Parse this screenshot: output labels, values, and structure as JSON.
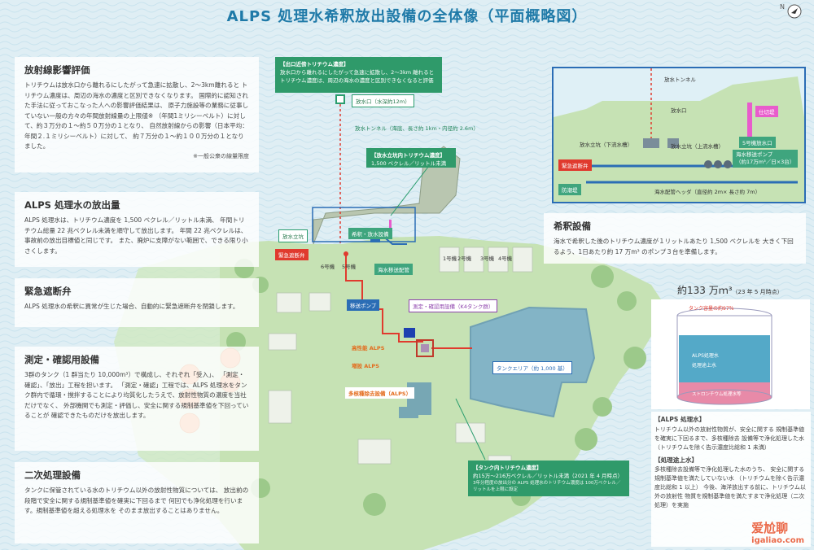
{
  "title": "ALPS 処理水希釈放出設備の全体像（平面概略図）",
  "compass": "N",
  "colors": {
    "sea": "#dfeef4",
    "land": "#bfe0b0",
    "accent_blue": "#2b6db5",
    "accent_green": "#2a9d6e",
    "tank_blue": "#4e8fd6",
    "pipe_red": "#e03a2e",
    "pink": "#e85ccc"
  },
  "panels": {
    "radiation": {
      "heading": "放射線影響評価",
      "text": "トリチウムは放水口から離れるにしたがって急速に拡散し、2〜3km離れると トリチウム濃度は、周辺の海水の濃度と区別できなくなります。 国際的に認知された手法に従っておこなった人への影響評価結果は、 原子力施設等の業務に従事していない一般の方々の年間放射線量の上限値※ （年間1ミリシーベルト）に対して、約３万分の１〜約５０万分の１となり、 自然放射線からの影響（日本平均：年間２.１ミリシーベルト）に対して、 約７万分の１〜約１００万分の１となりました。",
      "note": "※一般公衆の線量限度"
    },
    "release": {
      "heading": "ALPS 処理水の放出量",
      "text": "ALPS 処理水は、トリチウム濃度を 1,500 ベクレル／リットル未満、 年間トリチウム総量 22 兆ベクレル未満を順守して放出します。 年間 22 兆ベクレルは、事故前の放出目標値と同じです。 また、廃炉に支障がない範囲で、できる限り小さくします。"
    },
    "emergency": {
      "heading": "緊急遮断弁",
      "text": "ALPS 処理水の希釈に異常が生じた場合、自動的に緊急遮断弁を閉鎖します。"
    },
    "measure": {
      "heading": "測定・確認用設備",
      "text": "3群のタンク（1 群当たり 10,000m³）で構成し、それぞれ「受入」、 「測定・確認」、「放出」工程を担います。 「測定・確認」工程では、ALPS 処理水をタンク群内で循環・撹拌することにより均質化したうえで、放射性物質の濃度を当社だけでなく、 外部機関でも測定・評価し、安全に関する規制基準値を下回っていることが 確認できたものだけを放出します。"
    },
    "secondary": {
      "heading": "二次処理設備",
      "text": "タンクに保管されている水のトリチウム以外の放射性物質については、 放出前の段階で安全に関する規制基準値を確実に下回るまで 何回でも浄化処理を行います。規制基準値を超える処理水を そのまま放出することはありません。"
    },
    "dilution": {
      "heading": "希釈設備",
      "text": "海水で希釈した後のトリチウム濃度が１リットルあたり 1,500 ベクレルを 大きく下回るよう、1日あたり約 17 万m³ のポンプ３台を準備します。"
    }
  },
  "green_boxes": {
    "outlet_conc": {
      "head": "【出口近傍トリチウム濃度】",
      "text": "放水口から離れるにしたがって急速に拡散し、2〜3km 離れると トリチウム濃度は、周辺の海水の濃度と区別できなくなると評価"
    },
    "harbor_conc": {
      "head": "【放水立坑内トリチウム濃度】",
      "text": "1,500 ベクレル／リットル未満"
    },
    "tank_conc": {
      "head": "【タンク内トリチウム濃度】",
      "text": "約15万〜216万ベクレル／リットル未満（2021 年 4 月時点）",
      "sub": "3年分程度の放出分の ALPS 処理水のトリチウム濃度は 100万ベクレル／リットルを上限に設定"
    }
  },
  "map_labels": {
    "outlet": "放水口（水深約12ｍ）",
    "tunnel": "放水トンネル（海底、長さ約 1km・内径約 2.6m）",
    "shaft": "放水立坑",
    "dilution_equipment": "希釈・放水設備",
    "emergency_valve": "緊急遮断弁",
    "seawater_pipe": "海水移送配管",
    "unit5": "5号機",
    "unit6": "6号機",
    "unit1": "1号機",
    "unit2": "2号機",
    "unit3": "3号機",
    "unit4": "4号機",
    "transfer_pump": "移送ポンプ",
    "measure_facility": "測定・確認用設備（K4タンク群）",
    "high_alps": "高性能 ALPS",
    "enhanced_alps": "増設 ALPS",
    "multi_nuclide": "多核種除去設備（ALPS）",
    "tank_area": "タンクエリア（約 1,000 基）"
  },
  "inset": {
    "tunnel": "放水トンネル",
    "outlet": "放水口",
    "pink": "仕切堤",
    "shaft_down": "放水立坑（下流水槽）",
    "shaft_up": "放水立坑（上流水槽）",
    "unit5_outlet": "5号機放水口",
    "pump": "海水移送ポンプ",
    "pump_sub": "（約17万m³／日×3台）",
    "valve": "緊急遮断弁",
    "weir": "防潮堤",
    "header": "海水配管ヘッダ（直径約 2m× 長さ約 7m）"
  },
  "tank": {
    "volume": "約133 万ｍ³",
    "volume_note": "（23 年 5 月時点）",
    "percent_label": "タンク容量の約97％",
    "inside_1": "ALPS処理水",
    "inside_2": "処理途上水",
    "bottom": "ストロンチウム処理水等"
  },
  "alps_explain": {
    "h1": "【ALPS 処理水】",
    "t1": "トリチウム以外の放射性物質が、安全に関する 規制基準値を確実に下回るまで、多核種除去 設備等で浄化処理した水 （トリチウムを除く告示濃度比総和 1 未満）",
    "h2": "【処理途上水】",
    "t2": "多核種除去設備等で浄化処理した水のうち、 安全に関する規制基準値を満たしていない水 （トリチウムを除く告示濃度比総和 1 以上） 今後、海洋放出する前に、トリチウム以外の放射性 物質を規制基準値を満たすまで浄化処理（二次 処理）を実施"
  },
  "watermark": {
    "main": "爱尬聊",
    "sub": "igaliao.com"
  }
}
